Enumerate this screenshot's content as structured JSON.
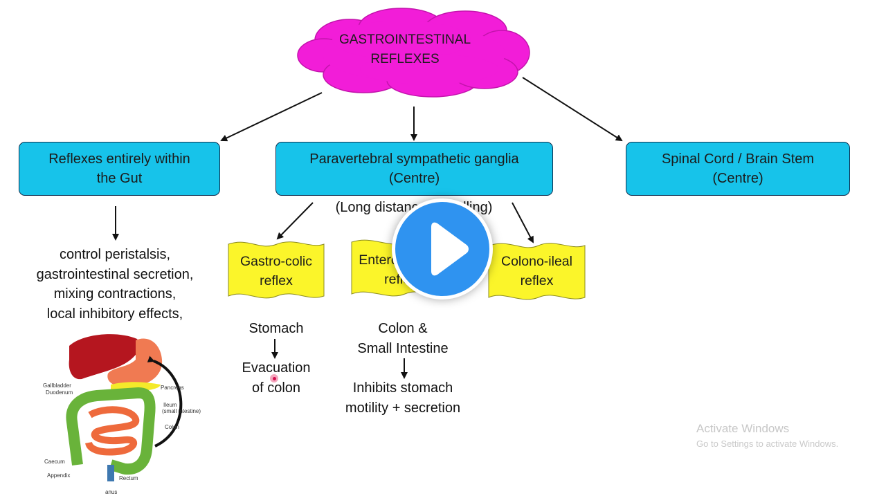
{
  "title": "GASTROINTESTINAL\nREFLEXES",
  "boxes": {
    "gut": "Reflexes entirely within\nthe Gut",
    "ganglia": "Paravertebral sympathetic ganglia\n(Centre)",
    "spinal": "Spinal Cord / Brain Stem\n(Centre)"
  },
  "long_distance": "(Long distance signalling)",
  "gut_effects": "control peristalsis,\ngastrointestinal secretion,\nmixing contractions,\nlocal inhibitory effects,",
  "reflexes": {
    "gastro_colic": "Gastro-colic\nreflex",
    "entero_gastric": "Entero-gastric\nreflex",
    "colono_ileal": "Colono-ileal\nreflex"
  },
  "gastro_colic_detail": {
    "from": "Stomach",
    "to": "Evacuation\nof colon"
  },
  "entero_gastric_detail": {
    "from": "Colon &\nSmall Intestine",
    "to": "Inhibits stomach\nmotility + secretion"
  },
  "gut_image_labels": {
    "gallbladder": "Gallbladder",
    "duodenum": "Duodenum",
    "pancreas": "Pancreas",
    "ileum": "Ileum",
    "ileum_sub": "(small intestine)",
    "colon": "Colon",
    "caecum": "Caecum",
    "appendix": "Appendix",
    "rectum": "Rectum",
    "anus": "anus"
  },
  "watermark": {
    "line1": "Activate Windows",
    "line2": "Go to Settings to activate Windows."
  },
  "colors": {
    "cloud": "#f21dd8",
    "box": "#17c3ea",
    "flag": "#fbf52a",
    "play": "#2f93f0"
  },
  "icons": {
    "play": "play-icon"
  }
}
